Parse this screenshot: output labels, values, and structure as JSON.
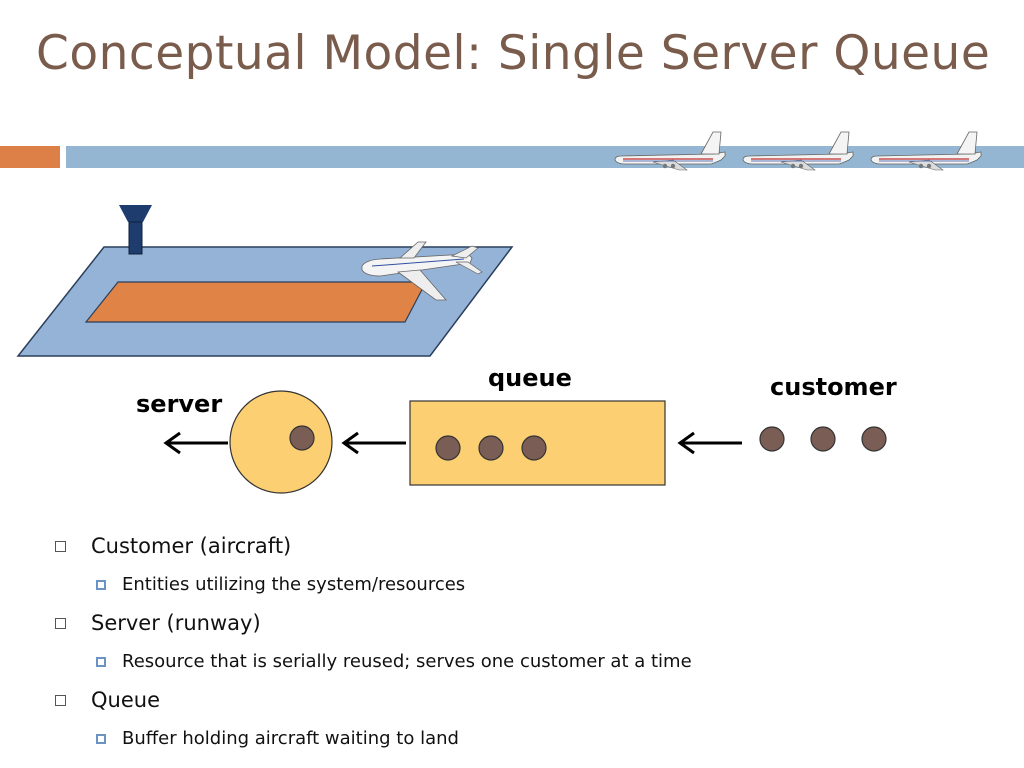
{
  "title": "Conceptual Model: Single Server Queue",
  "diagram": {
    "labels": {
      "server": "server",
      "queue": "queue",
      "customer": "customer"
    },
    "queue_count": 3,
    "customer_count": 3,
    "colors": {
      "runway": "#df8346",
      "apron": "#95b3d6",
      "server_fill": "#fcd072",
      "token": "#7a5d55",
      "tower": "#1f3c6e"
    }
  },
  "bullets": [
    {
      "text": "Customer (aircraft)",
      "sub": "Entities utilizing the system/resources"
    },
    {
      "text": "Server (runway)",
      "sub": "Resource that is serially reused; serves one customer at a time"
    },
    {
      "text": "Queue",
      "sub": "Buffer holding aircraft waiting to land"
    }
  ]
}
